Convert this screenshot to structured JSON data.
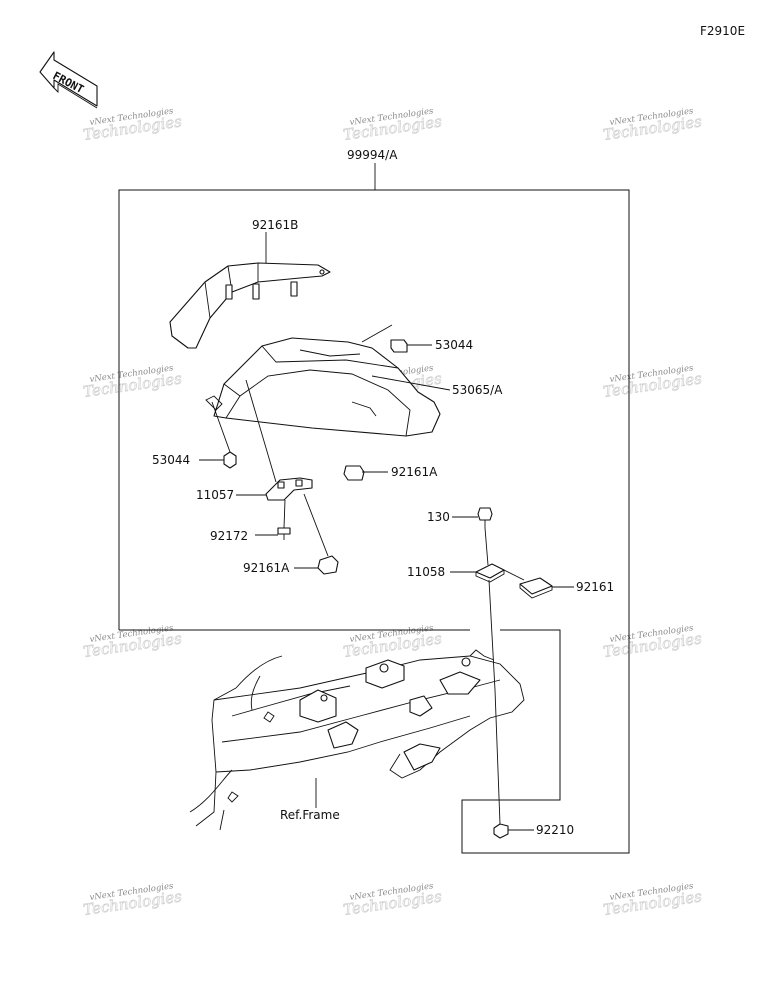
{
  "figure_code": "F2910E",
  "front_label": "FRONT",
  "watermark_line1": "vNext Technologies",
  "watermark_line2": "Technologies",
  "callouts": {
    "assembly": "99994/A",
    "grab_bar": "92161B",
    "bumper_top": "53044",
    "cowl": "53065/A",
    "bumper_left": "53044",
    "damper_right": "92161A",
    "bracket": "11057",
    "bolt_small": "92172",
    "damper_bottom": "92161A",
    "bolt": "130",
    "clip": "11058",
    "damper": "92161",
    "frame_ref": "Ref.Frame",
    "nut": "92210"
  }
}
